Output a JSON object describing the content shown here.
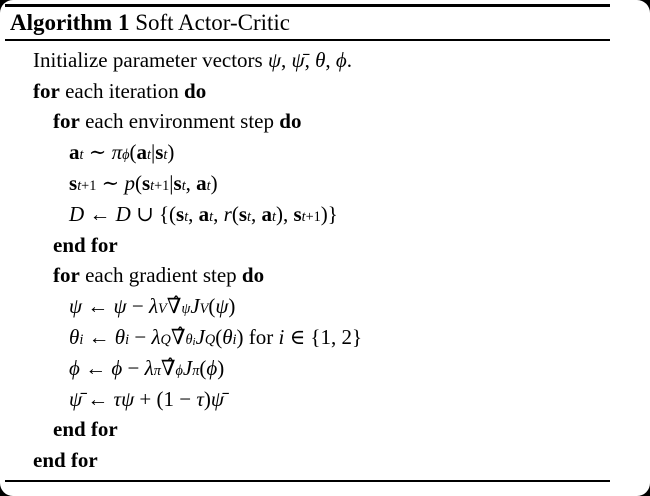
{
  "window": {
    "background": "#ffffff",
    "corner_color": "#000000",
    "rule_color": "#000000"
  },
  "header": {
    "label": "Algorithm 1",
    "title": " Soft Actor-Critic"
  },
  "algorithm": {
    "lines": [
      {
        "indent": 0,
        "text": "Initialize parameter vectors ψ, ψ̄, θ, ϕ.",
        "tokens": [
          [
            "Initialize parameter vectors ",
            ""
          ],
          [
            "ψ",
            "i"
          ],
          [
            ", ",
            ""
          ],
          [
            "ψ̄",
            "i"
          ],
          [
            ", ",
            ""
          ],
          [
            "θ",
            "i"
          ],
          [
            ", ",
            ""
          ],
          [
            "ϕ",
            "i"
          ],
          [
            ".",
            ""
          ]
        ]
      },
      {
        "indent": 0,
        "text": "for each iteration do",
        "tokens": [
          [
            "for",
            "b"
          ],
          [
            " each iteration ",
            ""
          ],
          [
            "do",
            "b"
          ]
        ]
      },
      {
        "indent": 1,
        "text": "for each environment step do",
        "tokens": [
          [
            "for",
            "b"
          ],
          [
            " each environment step ",
            ""
          ],
          [
            "do",
            "b"
          ]
        ]
      },
      {
        "indent": 2,
        "text": "aₜ ∼ πϕ(aₜ|sₜ)",
        "tokens": [
          [
            "a",
            "v"
          ],
          [
            "t",
            "sub i"
          ],
          [
            " ∼ ",
            ""
          ],
          [
            "π",
            "i"
          ],
          [
            "ϕ",
            "sub i"
          ],
          [
            "(",
            ""
          ],
          [
            "a",
            "v"
          ],
          [
            "t",
            "sub i"
          ],
          [
            "|",
            ""
          ],
          [
            "s",
            "v"
          ],
          [
            "t",
            "sub i"
          ],
          [
            ")",
            ""
          ]
        ]
      },
      {
        "indent": 2,
        "text": "sₜ₊₁ ∼ p(sₜ₊₁|sₜ, aₜ)",
        "tokens": [
          [
            "s",
            "v"
          ],
          [
            "t",
            "sub i"
          ],
          [
            "+1",
            "sub"
          ],
          [
            " ∼ ",
            ""
          ],
          [
            "p",
            "i"
          ],
          [
            "(",
            ""
          ],
          [
            "s",
            "v"
          ],
          [
            "t",
            "sub i"
          ],
          [
            "+1",
            "sub"
          ],
          [
            "|",
            ""
          ],
          [
            "s",
            "v"
          ],
          [
            "t",
            "sub i"
          ],
          [
            ", ",
            ""
          ],
          [
            "a",
            "v"
          ],
          [
            "t",
            "sub i"
          ],
          [
            ")",
            ""
          ]
        ]
      },
      {
        "indent": 2,
        "text": "𝒟 ← 𝒟 ∪ {(sₜ, aₜ, r(sₜ, aₜ), sₜ₊₁)}",
        "tokens": [
          [
            "D",
            "scr"
          ],
          [
            " ← ",
            ""
          ],
          [
            "D",
            "scr"
          ],
          [
            " ∪ {(",
            ""
          ],
          [
            "s",
            "v"
          ],
          [
            "t",
            "sub i"
          ],
          [
            ", ",
            ""
          ],
          [
            "a",
            "v"
          ],
          [
            "t",
            "sub i"
          ],
          [
            ", ",
            ""
          ],
          [
            "r",
            "i"
          ],
          [
            "(",
            ""
          ],
          [
            "s",
            "v"
          ],
          [
            "t",
            "sub i"
          ],
          [
            ", ",
            ""
          ],
          [
            "a",
            "v"
          ],
          [
            "t",
            "sub i"
          ],
          [
            "), ",
            ""
          ],
          [
            "s",
            "v"
          ],
          [
            "t",
            "sub i"
          ],
          [
            "+1",
            "sub"
          ],
          [
            ")}",
            ""
          ]
        ]
      },
      {
        "indent": 1,
        "text": "end for",
        "tokens": [
          [
            "end for",
            "b"
          ]
        ]
      },
      {
        "indent": 1,
        "text": "for each gradient step do",
        "tokens": [
          [
            "for",
            "b"
          ],
          [
            " each gradient step ",
            ""
          ],
          [
            "do",
            "b"
          ]
        ]
      },
      {
        "indent": 2,
        "text": "ψ ← ψ − λV ∇̂ψ JV(ψ)",
        "tokens": [
          [
            "ψ",
            "i"
          ],
          [
            " ← ",
            ""
          ],
          [
            "ψ",
            "i"
          ],
          [
            " − ",
            ""
          ],
          [
            "λ",
            "i"
          ],
          [
            "V",
            "sub i"
          ],
          [
            "∇̂",
            ""
          ],
          [
            "ψ",
            "sub i"
          ],
          [
            "J",
            "i"
          ],
          [
            "V",
            "sub i"
          ],
          [
            "(",
            ""
          ],
          [
            "ψ",
            "i"
          ],
          [
            ")",
            ""
          ]
        ]
      },
      {
        "indent": 2,
        "text": "θᵢ ← θᵢ − λQ ∇̂θᵢ JQ(θᵢ) for i ∈ {1, 2}",
        "tokens": [
          [
            "θ",
            "i"
          ],
          [
            "i",
            "sub i"
          ],
          [
            " ← ",
            ""
          ],
          [
            "θ",
            "i"
          ],
          [
            "i",
            "sub i"
          ],
          [
            " − ",
            ""
          ],
          [
            "λ",
            "i"
          ],
          [
            "Q",
            "sub i"
          ],
          [
            "∇̂",
            ""
          ],
          [
            "θ",
            "sub i"
          ],
          [
            "i",
            "sub2 i"
          ],
          [
            "J",
            "i"
          ],
          [
            "Q",
            "sub i"
          ],
          [
            "(",
            ""
          ],
          [
            "θ",
            "i"
          ],
          [
            "i",
            "sub i"
          ],
          [
            ") for ",
            ""
          ],
          [
            "i",
            "i"
          ],
          [
            " ∈ {1, 2}",
            ""
          ]
        ]
      },
      {
        "indent": 2,
        "text": "ϕ ← ϕ − λπ ∇̂ϕ Jπ(ϕ)",
        "tokens": [
          [
            "ϕ",
            "i"
          ],
          [
            " ← ",
            ""
          ],
          [
            "ϕ",
            "i"
          ],
          [
            " − ",
            ""
          ],
          [
            "λ",
            "i"
          ],
          [
            "π",
            "sub i"
          ],
          [
            "∇̂",
            ""
          ],
          [
            "ϕ",
            "sub i"
          ],
          [
            "J",
            "i"
          ],
          [
            "π",
            "sub i"
          ],
          [
            "(",
            ""
          ],
          [
            "ϕ",
            "i"
          ],
          [
            ")",
            ""
          ]
        ]
      },
      {
        "indent": 2,
        "text": "ψ̄ ← τψ + (1 − τ)ψ̄",
        "tokens": [
          [
            "ψ̄",
            "i"
          ],
          [
            " ← ",
            ""
          ],
          [
            "τ",
            "i"
          ],
          [
            "ψ",
            "i"
          ],
          [
            " + (1 − ",
            ""
          ],
          [
            "τ",
            "i"
          ],
          [
            ")",
            ""
          ],
          [
            "ψ̄",
            "i"
          ]
        ]
      },
      {
        "indent": 1,
        "text": "end for",
        "tokens": [
          [
            "end for",
            "b"
          ]
        ]
      },
      {
        "indent": 0,
        "text": "end for",
        "tokens": [
          [
            "end for",
            "b"
          ]
        ]
      }
    ]
  }
}
